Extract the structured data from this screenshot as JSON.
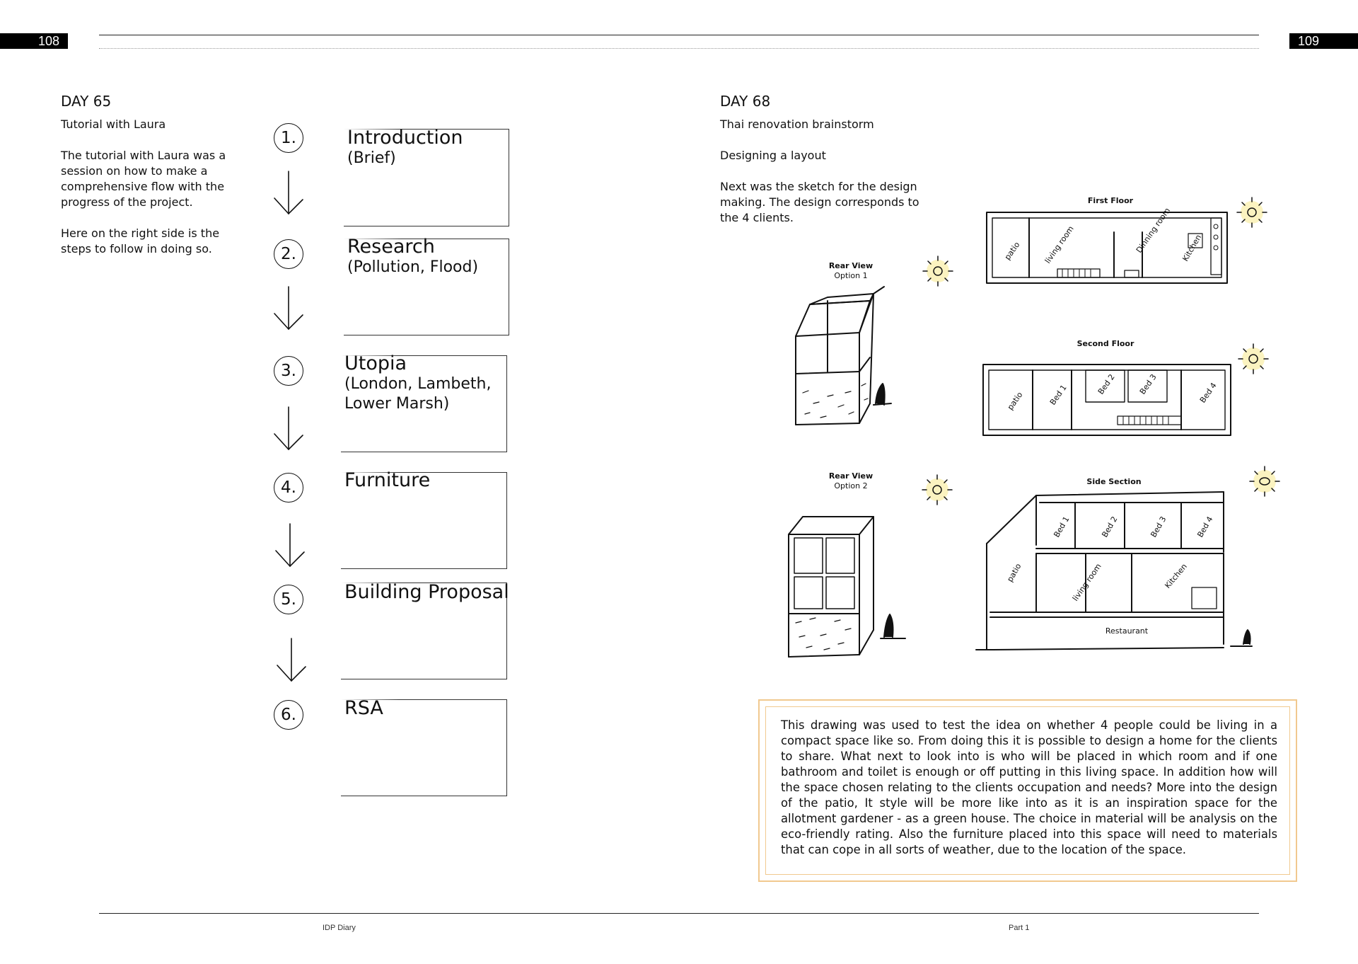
{
  "header": {
    "page_left": "108",
    "page_right": "109"
  },
  "left_page": {
    "day_title": "DAY 65",
    "subtitle": "Tutorial with Laura",
    "paragraph1": "The tutorial with Laura was a session on how to make a comprehensive flow with the progress of the project.",
    "paragraph2": "Here on the right side is the steps to follow in doing so.",
    "steps": [
      {
        "number": "1.",
        "title": "Introduction",
        "subtitle": "(Brief)"
      },
      {
        "number": "2.",
        "title": "Research",
        "subtitle": "(Pollution, Flood)"
      },
      {
        "number": "3.",
        "title": "Utopia",
        "subtitle": "(London, Lambeth, Lower Marsh)"
      },
      {
        "number": "4.",
        "title": "Furniture",
        "subtitle": ""
      },
      {
        "number": "5.",
        "title": "Building Proposal",
        "subtitle": ""
      },
      {
        "number": "6.",
        "title": "RSA",
        "subtitle": ""
      }
    ]
  },
  "right_page": {
    "day_title": "DAY 68",
    "subtitle": "Thai renovation brainstorm",
    "line2": "Designing a layout",
    "paragraph": "Next was the sketch for the design making. The design corresponds to the 4 clients.",
    "sketch": {
      "rear_view_1_title": "Rear View",
      "rear_view_1_option": "Option 1",
      "rear_view_2_title": "Rear View",
      "rear_view_2_option": "Option 2",
      "first_floor_title": "First Floor",
      "first_floor_rooms": [
        "patio",
        "living room",
        "Dinning room",
        "Kitchen"
      ],
      "second_floor_title": "Second Floor",
      "second_floor_rooms": [
        "patio",
        "Bed 1",
        "Bed 2",
        "Bed 3",
        "Bed 4"
      ],
      "side_section_title": "Side Section",
      "side_section_upper": [
        "Bed 1",
        "Bed 2",
        "Bed 3",
        "Bed 4"
      ],
      "side_section_lower": [
        "patio",
        "living room",
        "Kitchen"
      ],
      "side_section_ground": "Restaurant"
    },
    "note": "This drawing  was used to test the idea on whether 4 people could be living in a compact space like so. From doing this it is possible to design a home for the clients to share. What next to look into is who will be placed in which room and if one bathroom and toilet is enough or off putting in this living space. In addition how will the space chosen relating to the clients occupation and needs? More into the design of the patio, It style will be more like into as it is an inspiration space for the allotment gardener - as a green house. The choice in material will be analysis on the eco-friendly rating. Also the furniture placed into this space will need to materials that can cope in all sorts of weather, due to the location of the space."
  },
  "footer": {
    "left": "IDP Diary",
    "right": "Part 1"
  }
}
